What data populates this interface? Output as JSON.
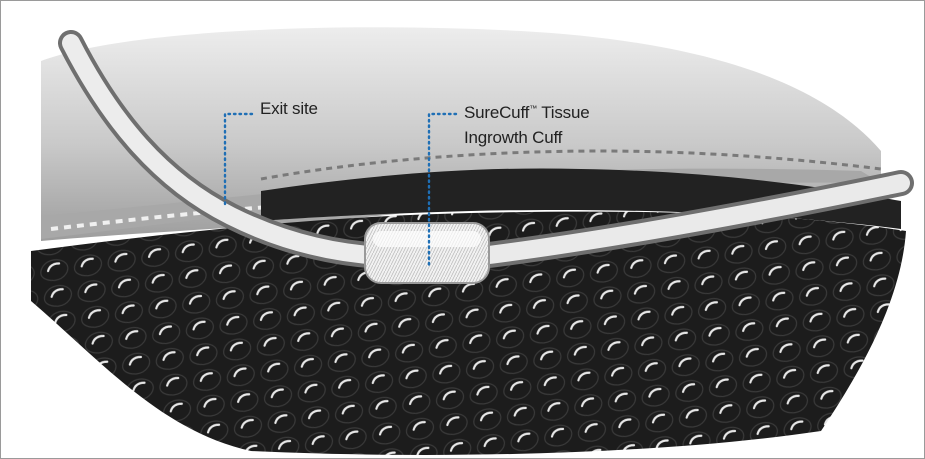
{
  "labels": {
    "exit_site": "Exit site",
    "cuff_line1_name": "SureCuff",
    "cuff_trademark": "™",
    "cuff_line1_rest": " Tissue",
    "cuff_line2": "Ingrowth Cuff"
  },
  "colors": {
    "leader_line": "#1f6fb5",
    "tissue_dark": "#1b1b1b",
    "skin_gray": "#b9b9b9",
    "catheter": "#e6e6e6"
  }
}
